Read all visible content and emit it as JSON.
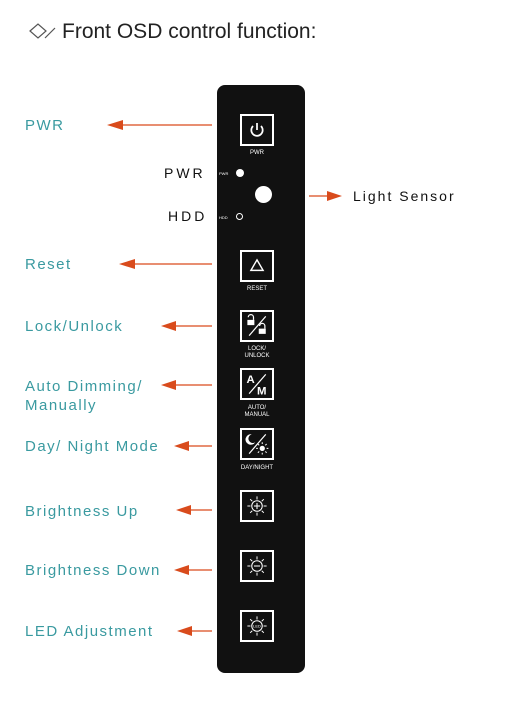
{
  "title": "Front OSD control function:",
  "colors": {
    "label": "#3a9aa0",
    "arrow": "#d94b1c",
    "panel": "#111111"
  },
  "labels": {
    "pwr": "PWR",
    "reset": "Reset",
    "lock": "Lock/Unlock",
    "auto_line1": "Auto Dimming/",
    "auto_line2": "Manually",
    "daynight": "Day/ Night Mode",
    "bright_up": "Brightness Up",
    "bright_down": "Brightness Down",
    "led_adj": "LED Adjustment",
    "light_sensor": "Light Sensor"
  },
  "indicators": {
    "pwr": "PWR",
    "hdd": "HDD",
    "pwr_small": "PWR",
    "hdd_small": "HDD"
  },
  "captions": {
    "pwr": "PWR",
    "reset": "RESET",
    "lock_line1": "LOCK/",
    "lock_line2": "UNLOCK",
    "auto_line1": "AUTO/",
    "auto_line2": "MANUAL",
    "daynight": "DAY/NIGHT"
  },
  "icons": {
    "pwr": "power-icon",
    "reset": "triangle-icon",
    "lock": "lock-unlock-icon",
    "auto": "a-m-icon",
    "daynight": "moon-sun-icon",
    "bright_up": "sun-plus-icon",
    "bright_down": "sun-minus-icon",
    "led": "sun-led-icon"
  },
  "led_text": "LED"
}
